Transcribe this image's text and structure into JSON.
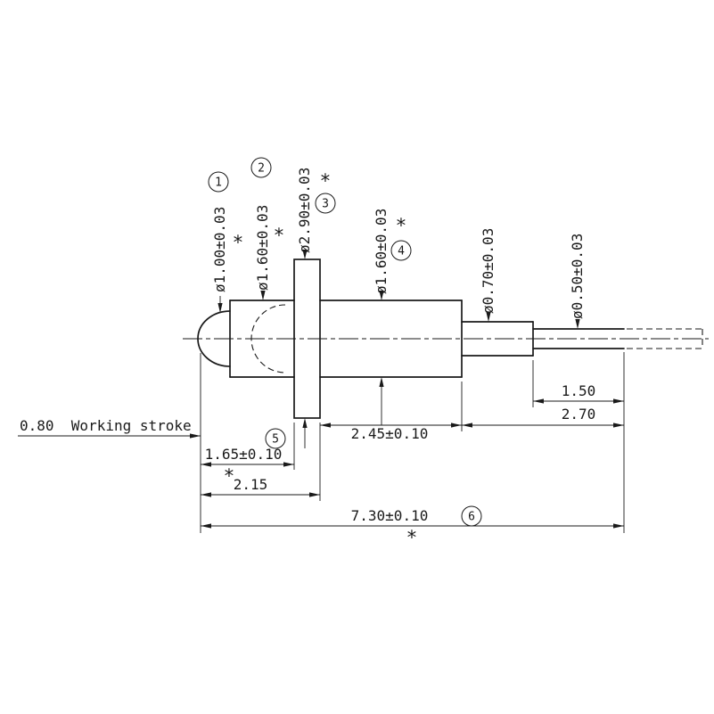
{
  "drawing": {
    "ink_color": "#1a1a1a",
    "background_color": "#ffffff",
    "diameter_callouts": [
      {
        "balloon": "1",
        "star": "*",
        "label": "ø1.00±0.03"
      },
      {
        "balloon": "2",
        "star": "*",
        "label": "ø1.60±0.03"
      },
      {
        "balloon": "3",
        "star": "*",
        "label": "ø2.90±0.03"
      },
      {
        "balloon": "4",
        "star": "*",
        "label": "ø1.60±0.03"
      },
      {
        "label": "ø0.70±0.03"
      },
      {
        "label": "ø0.50±0.03"
      }
    ],
    "linear_dimensions": {
      "working_stroke": {
        "label": "0.80  Working stroke"
      },
      "flange_front": {
        "label": "1.65±0.10",
        "balloon": "5",
        "star": "*"
      },
      "flange_back": {
        "label": "2.15"
      },
      "barrel": {
        "label": "2.45±0.10"
      },
      "tail_total": {
        "label": "2.70"
      },
      "tail_tip": {
        "label": "1.50"
      },
      "overall": {
        "label": "7.30±0.10",
        "balloon": "6",
        "star": "*"
      }
    }
  }
}
